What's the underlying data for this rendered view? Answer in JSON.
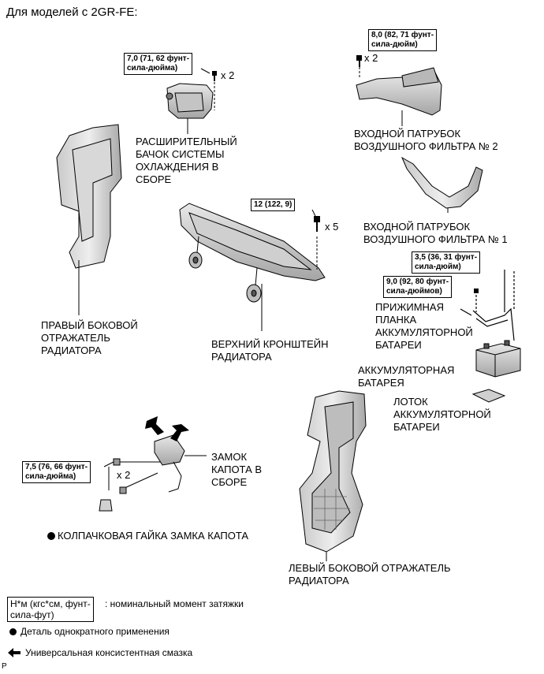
{
  "header": {
    "title": "Для моделей с 2GR-FE:"
  },
  "torque_labels": {
    "reservoir": "7,0 (71, 62 фунт-\nсила-дюйма)",
    "air_inlet_2": "8,0 (82, 71 фунт-\nсила-дюйм)",
    "upper_support": "12 (122, 9)",
    "clamp_top": "3,5 (36, 31 фунт-\nсила-дюйм)",
    "clamp_nut": "9,0 (92, 80 фунт-\nсила-дюймов)",
    "hood_lock": "7,5 (76, 66 фунт-\nсила-дюйма)"
  },
  "multipliers": {
    "x2": "x 2",
    "x5": "x 5"
  },
  "part_labels": {
    "reservoir": "РАСШИРИТЕЛЬНЫЙ\nБАЧОК СИСТЕМЫ\nОХЛАЖДЕНИЯ В\nСБОРЕ",
    "air_inlet_2": "ВХОДНОЙ ПАТРУБОК\nВОЗДУШНОГО ФИЛЬТРА № 2",
    "air_inlet_1": "ВХОДНОЙ ПАТРУБОК\nВОЗДУШНОГО ФИЛЬТРА № 1",
    "right_seal": "ПРАВЫЙ БОКОВОЙ\nОТРАЖАТЕЛЬ\nРАДИАТОРА",
    "upper_support": "ВЕРХНИЙ КРОНШТЕЙН\nРАДИАТОРА",
    "battery_clamp": "ПРИЖИМНАЯ\nПЛАНКА\nАККУМУЛЯТОРНОЙ\nБАТАРЕИ",
    "battery": "АККУМУЛЯТОРНАЯ\nБАТАРЕЯ",
    "battery_tray": "ЛОТОК\nАККУМУЛЯТОРНОЙ\nБАТАРЕИ",
    "hood_lock": "ЗАМОК\nКАПОТА В\nСБОРЕ",
    "hood_lock_nut": "КОЛПАЧКОВАЯ ГАЙКА ЗАМКА КАПОТА",
    "left_seal": "ЛЕВЫЙ БОКОВОЙ ОТРАЖАТЕЛЬ\nРАДИАТОРА"
  },
  "legend": {
    "torque_box": "Н*м (кгс*см, фунт-\nсила-фут)",
    "torque_desc": ": номинальный момент затяжки",
    "non_reusable": "Деталь однократного применения",
    "grease": "Универсальная консистентная смазка"
  },
  "footer": {
    "code": "P"
  },
  "colors": {
    "ink": "#000000",
    "paper": "#ffffff",
    "part_fill": "#dcdcdc",
    "part_shade": "#9a9a9a"
  }
}
